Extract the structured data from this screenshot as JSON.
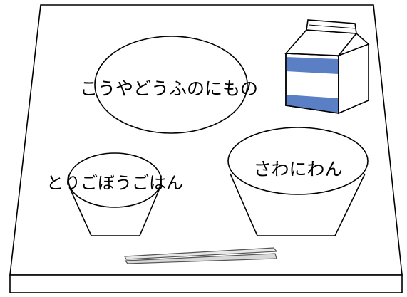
{
  "dishes": {
    "top_dish": "こうやどうふのにもの",
    "left_bowl": "とりごぼうごはん",
    "right_bowl": "さわにわん"
  },
  "icons": {
    "milk": "milk-carton-icon",
    "chopsticks": "chopsticks-icon"
  },
  "colors": {
    "line": "#000000",
    "background": "#ffffff",
    "carton_blue": "#5b7fc4",
    "carton_blue_dark": "#4a6bb0"
  }
}
